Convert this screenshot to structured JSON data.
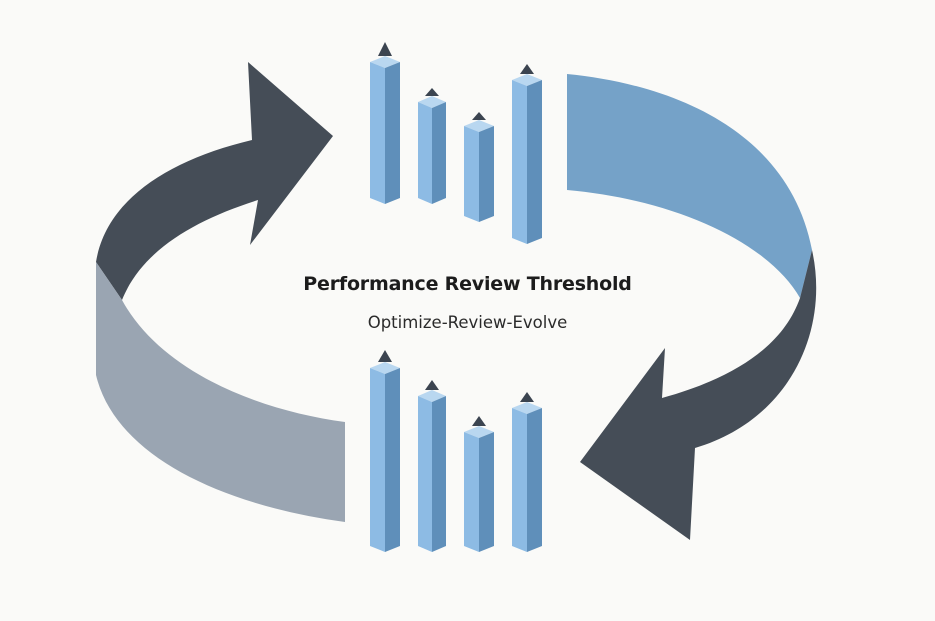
{
  "diagram": {
    "title": "Performance Review Threshold",
    "subtitle": "Optimize-Review-Evolve",
    "colors": {
      "background": "#fafaf8",
      "arrow_dark": "#454d57",
      "arrow_blue": "#75a2c8",
      "arrow_gray": "#9aa5b2",
      "bar_front": "#8dbbe4",
      "bar_side": "#5f8fba",
      "bar_top": "#b9d7f0",
      "cone": "#3b4450",
      "text": "#1c1c1c"
    },
    "icons": [
      "cycle-arrow",
      "pencil-bar"
    ]
  }
}
